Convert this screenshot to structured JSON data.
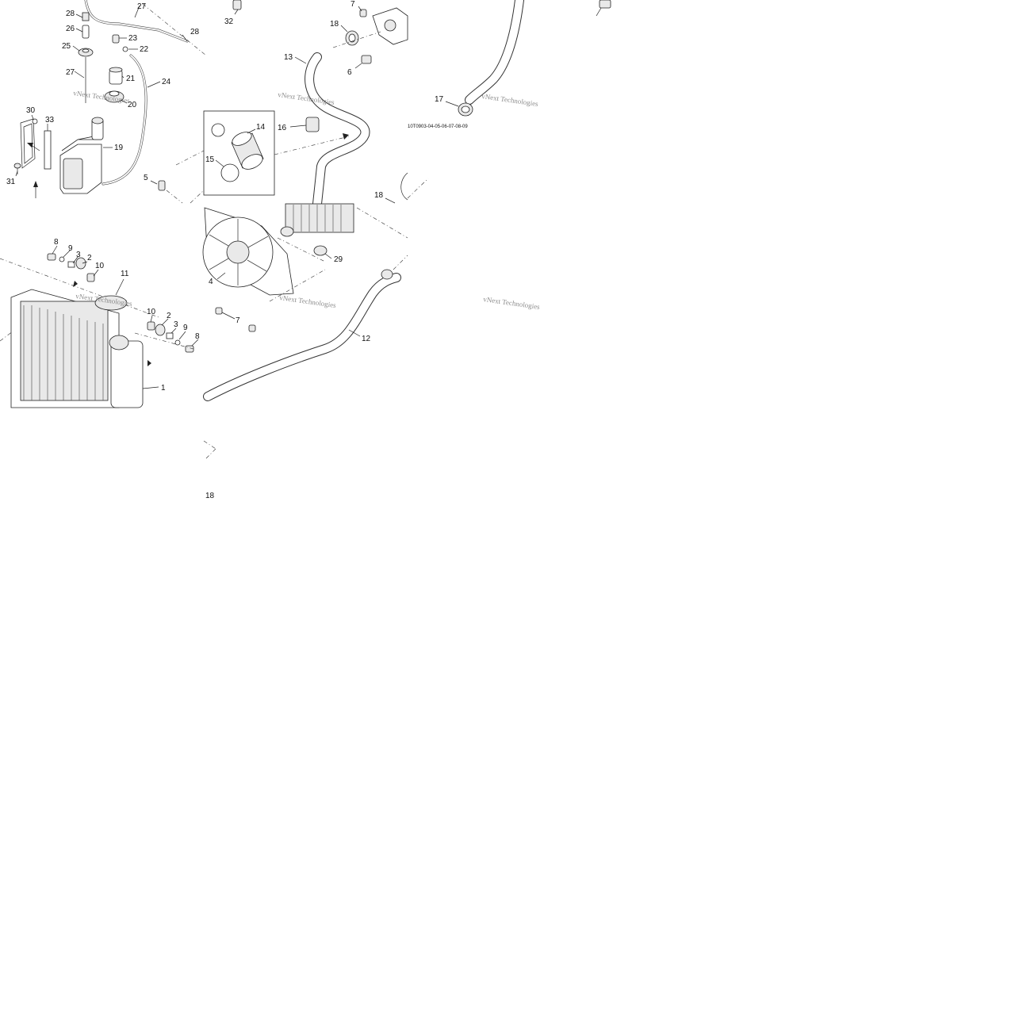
{
  "diagram": {
    "reference_code": "10T0903-04-05-06-07-08-09",
    "watermark": "vNext Technologies",
    "callouts": {
      "c1": "1",
      "c2a": "2",
      "c2b": "2",
      "c3a": "3",
      "c3b": "3",
      "c4": "4",
      "c5": "5",
      "c6": "6",
      "c7a": "7",
      "c7b": "7",
      "c8a": "8",
      "c8b": "8",
      "c9a": "9",
      "c9b": "9",
      "c10a": "10",
      "c10b": "10",
      "c11": "11",
      "c12": "12",
      "c13": "13",
      "c14": "14",
      "c15": "15",
      "c16": "16",
      "c17": "17",
      "c18a": "18",
      "c18b": "18",
      "c18c": "18",
      "c19": "19",
      "c20": "20",
      "c21": "21",
      "c22": "22",
      "c23": "23",
      "c24": "24",
      "c25": "25",
      "c26": "26",
      "c27a": "27",
      "c27b": "27",
      "c28a": "28",
      "c28b": "28",
      "c29": "29",
      "c30": "30",
      "c31": "31",
      "c32": "32",
      "c33": "33"
    }
  }
}
